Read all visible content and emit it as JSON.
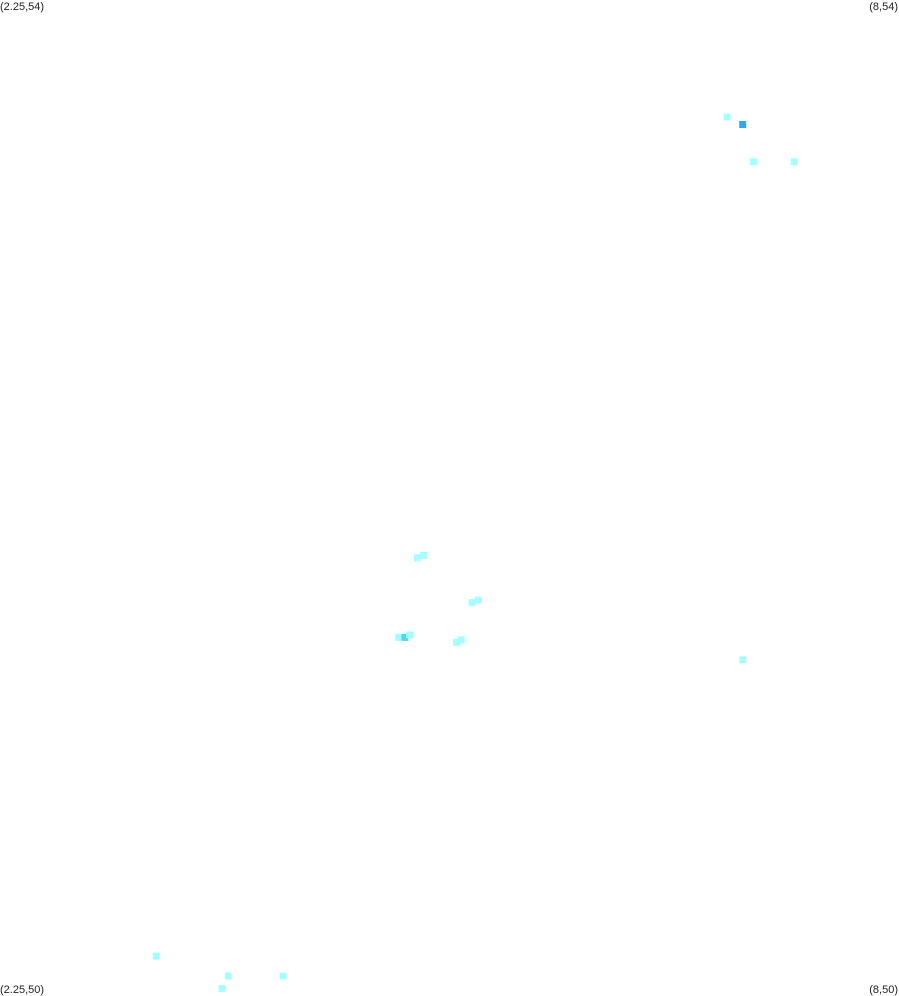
{
  "corners": {
    "top_left": "(2.25,54)",
    "top_right": "(8,54)",
    "bottom_left": "(2.25,50)",
    "bottom_right": "(8,50)"
  },
  "colors": {
    "background": "#ffffff",
    "low": "#a6ffff",
    "medium": "#4fd6f2",
    "high": "#29a9ef"
  },
  "chart_data": {
    "type": "heatmap",
    "xlim": [
      2.25,
      8
    ],
    "ylim": [
      50,
      54
    ],
    "cells": [
      {
        "x": 6.9,
        "y": 53.53,
        "level": "low"
      },
      {
        "x": 7.0,
        "y": 53.5,
        "level": "high"
      },
      {
        "x": 7.07,
        "y": 53.35,
        "level": "low"
      },
      {
        "x": 7.33,
        "y": 53.35,
        "level": "low"
      },
      {
        "x": 4.92,
        "y": 51.76,
        "level": "low"
      },
      {
        "x": 4.96,
        "y": 51.77,
        "level": "low"
      },
      {
        "x": 5.27,
        "y": 51.58,
        "level": "low"
      },
      {
        "x": 5.31,
        "y": 51.59,
        "level": "low"
      },
      {
        "x": 4.8,
        "y": 51.44,
        "level": "low"
      },
      {
        "x": 4.84,
        "y": 51.44,
        "level": "medium"
      },
      {
        "x": 4.87,
        "y": 51.45,
        "level": "low"
      },
      {
        "x": 5.17,
        "y": 51.42,
        "level": "low"
      },
      {
        "x": 5.2,
        "y": 51.43,
        "level": "low"
      },
      {
        "x": 7.0,
        "y": 51.35,
        "level": "low"
      },
      {
        "x": 3.25,
        "y": 50.16,
        "level": "low"
      },
      {
        "x": 3.71,
        "y": 50.08,
        "level": "low"
      },
      {
        "x": 4.06,
        "y": 50.08,
        "level": "low"
      },
      {
        "x": 3.67,
        "y": 50.03,
        "level": "low"
      }
    ]
  }
}
